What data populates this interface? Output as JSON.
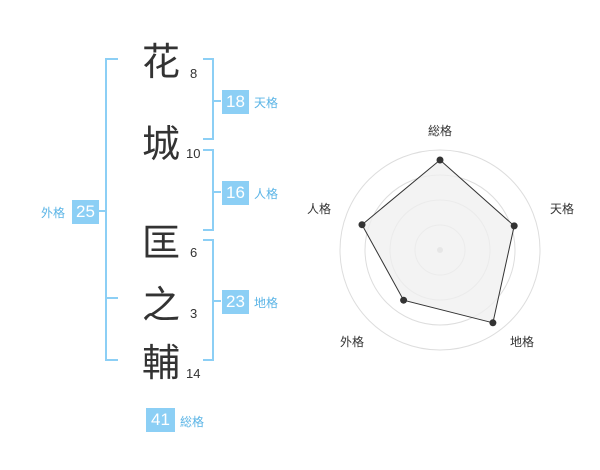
{
  "colors": {
    "accent": "#8ccff5",
    "label": "#5ab4e6",
    "text": "#333333",
    "radar_stroke": "#333333",
    "radar_fill": "#efefef",
    "grid": "#dddddd"
  },
  "name": {
    "chars": [
      {
        "char": "花",
        "strokes": "8"
      },
      {
        "char": "城",
        "strokes": "10"
      },
      {
        "char": "匡",
        "strokes": "6"
      },
      {
        "char": "之",
        "strokes": "3"
      },
      {
        "char": "輔",
        "strokes": "14"
      }
    ]
  },
  "kakusu": {
    "ten": {
      "value": "18",
      "label": "天格"
    },
    "jin": {
      "value": "16",
      "label": "人格"
    },
    "chi": {
      "value": "23",
      "label": "地格"
    },
    "gai": {
      "value": "25",
      "label": "外格"
    },
    "sou": {
      "value": "41",
      "label": "総格"
    }
  },
  "chart_data": {
    "type": "radar",
    "axes": [
      "総格",
      "天格",
      "地格",
      "外格",
      "人格"
    ],
    "values": [
      0.9,
      0.78,
      0.9,
      0.62,
      0.82
    ],
    "rings": 4,
    "range": [
      0,
      1
    ]
  }
}
